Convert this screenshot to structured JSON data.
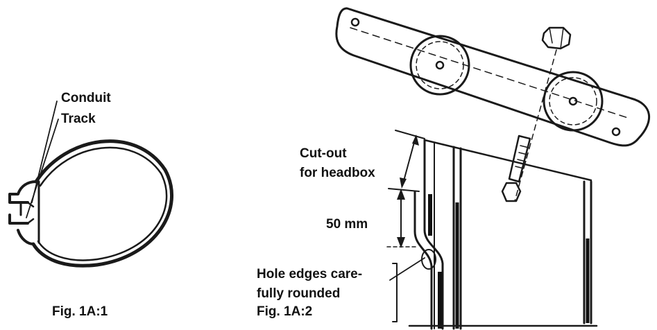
{
  "fig1": {
    "label_conduit": "Conduit",
    "label_track": "Track",
    "caption": "Fig. 1A:1"
  },
  "fig2": {
    "label_cutout_1": "Cut-out",
    "label_cutout_2": "for headbox",
    "label_dimension": "50 mm",
    "label_hole_1": "Hole edges care-",
    "label_hole_2": "fully rounded",
    "caption": "Fig. 1A:2"
  }
}
